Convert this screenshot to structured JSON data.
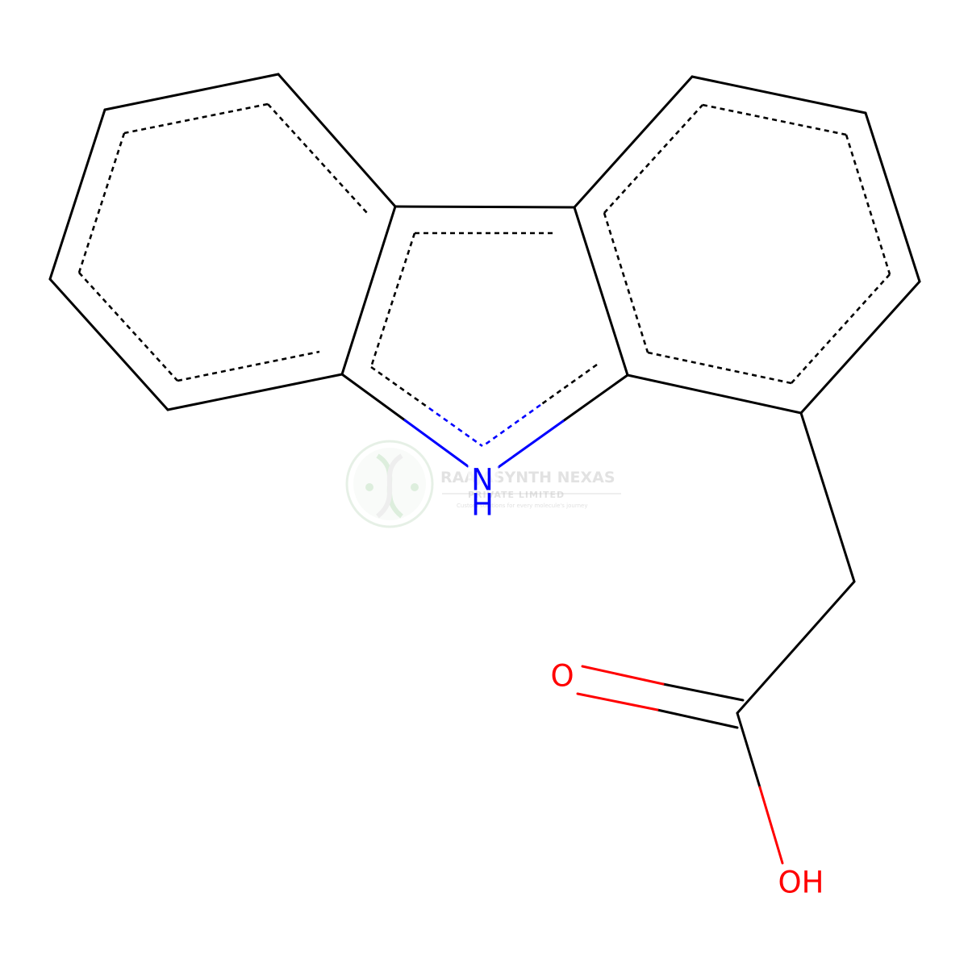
{
  "structure": {
    "atoms": {
      "n_label": "N",
      "nh_label": "H",
      "o_label": "O",
      "oh_label": "OH"
    },
    "colors": {
      "carbon": "#000000",
      "nitrogen": "#0000ff",
      "oxygen": "#ff0000"
    }
  },
  "watermark": {
    "title": "RAAJASYNTH NEXAS",
    "subtitle": "PRIVATE LIMITED",
    "tagline": "Custom solutions for every molecule's journey"
  }
}
